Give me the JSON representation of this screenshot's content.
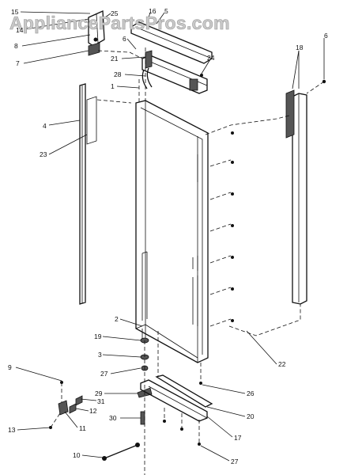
{
  "watermark": "AppliancePartsPros.com",
  "callouts": {
    "c1": "1",
    "c2": "2",
    "c3": "3",
    "c4": "4",
    "c5": "5",
    "c6a": "6",
    "c6b": "6",
    "c7": "7",
    "c8": "8",
    "c9": "9",
    "c10": "10",
    "c11": "11",
    "c12": "12",
    "c13": "13",
    "c14": "14",
    "c15": "15",
    "c16": "16",
    "c17": "17",
    "c18": "18",
    "c19": "19",
    "c20": "20",
    "c21": "21",
    "c22": "22",
    "c23": "23",
    "c24": "24",
    "c25": "25",
    "c26": "26",
    "c27a": "27",
    "c27b": "27",
    "c28": "28",
    "c29": "29",
    "c30": "30",
    "c31": "31"
  }
}
